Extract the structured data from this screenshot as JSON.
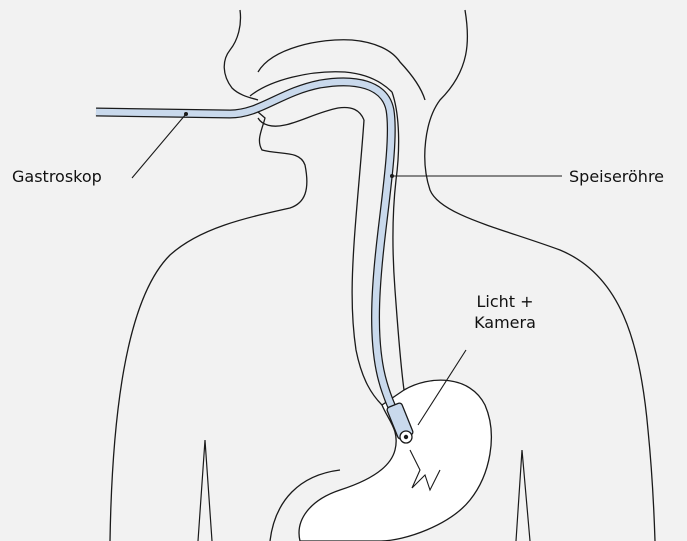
{
  "labels": {
    "gastroskop": "Gastroskop",
    "speiseroehre": "Speiseröhre",
    "camera_line1": "Licht +",
    "camera_line2": "Kamera"
  },
  "colors": {
    "background": "#f2f2f2",
    "outline": "#1a1a1a",
    "tube_fill": "#c9d9ec",
    "stomach_fill": "#ffffff"
  }
}
